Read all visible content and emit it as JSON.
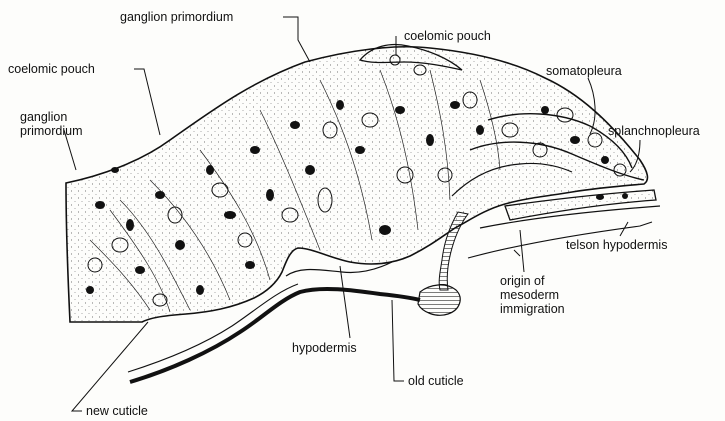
{
  "figure": {
    "labels": {
      "ganglion_primordium_top": "ganglion primordium",
      "coelomic_pouch_top": "coelomic pouch",
      "coelomic_pouch_left": "coelomic pouch",
      "ganglion_primordium_left": "ganglion\nprimordium",
      "somatopleura": "somatopleura",
      "splanchnopleura": "splanchnopleura",
      "teloson_hypodermis": "telson hypodermis",
      "origin_of_mesoderm_immigration": "origin of\nmesoderm\nimmigration",
      "hypodermis": "hypodermis",
      "old_cuticle": "old cuticle",
      "new_cuticle": "new cuticle"
    },
    "colors": {
      "ink": "#111111",
      "paper": "#fdfdfb"
    }
  }
}
